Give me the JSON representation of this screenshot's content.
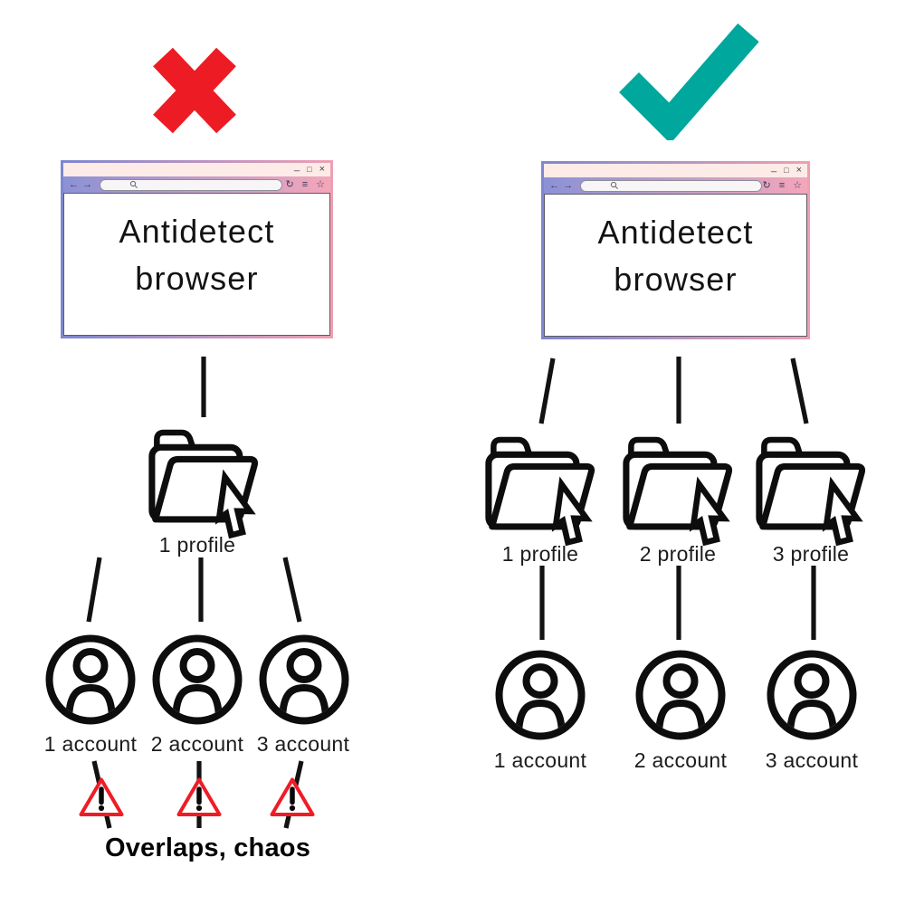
{
  "title_hint": "Antidetect browser profiles diagram",
  "left_panel": {
    "verdict": "wrong",
    "verdict_icon": "x-mark",
    "browser": {
      "title_line1": "Antidetect",
      "title_line2": "browser"
    },
    "profile_labels": [
      "1 profile"
    ],
    "account_labels": [
      "1 account",
      "2 account",
      "3 account"
    ],
    "warning_count": 3,
    "caption": "Overlaps, chaos"
  },
  "right_panel": {
    "verdict": "correct",
    "verdict_icon": "check-mark",
    "browser": {
      "title_line1": "Antidetect",
      "title_line2": "browser"
    },
    "profile_labels": [
      "1 profile",
      "2 profile",
      "3 profile"
    ],
    "account_labels": [
      "1 account",
      "2 account",
      "3 account"
    ]
  },
  "browser_chrome": {
    "minimize": "_",
    "maximize": "□",
    "close": "×",
    "back": "←",
    "forward": "→",
    "refresh": "↻",
    "menu": "≡",
    "star": "☆"
  },
  "colors": {
    "wrong_red": "#ed1c24",
    "correct_teal": "#00a79c",
    "warning_red": "#ee1c25",
    "line_black": "#121212",
    "titlebar_bg": "#fcebe7",
    "toolbar_gradient_left": "#8b92d6",
    "toolbar_gradient_right": "#f4a6ba",
    "border_gradient_left": "#7e87d0",
    "border_gradient_right": "#ef9fb3"
  }
}
